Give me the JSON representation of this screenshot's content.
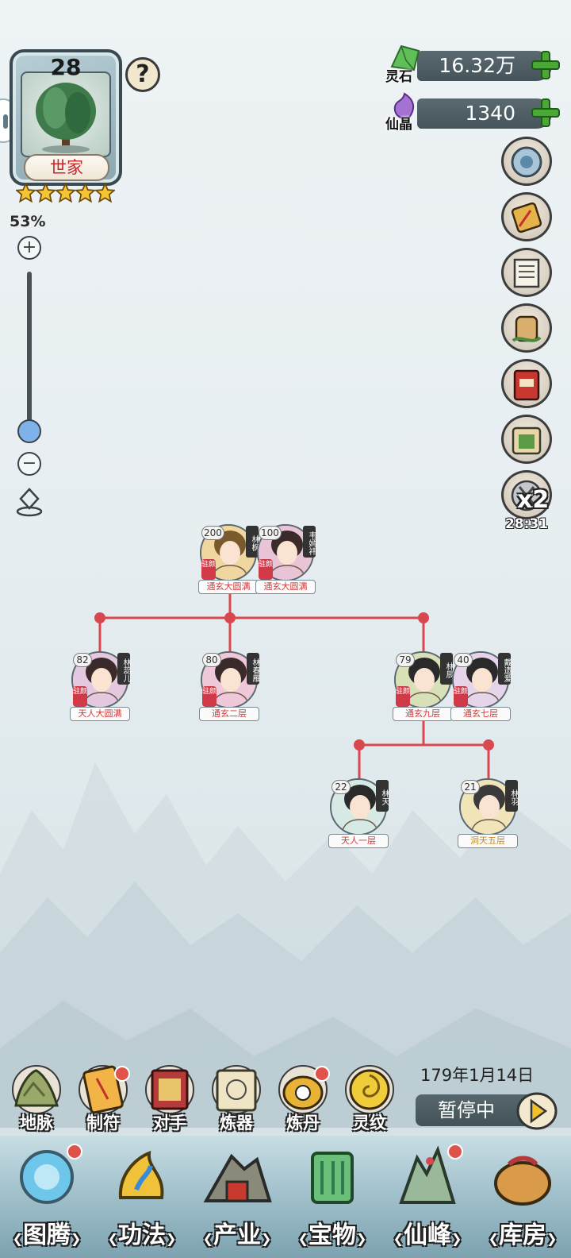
{
  "family": {
    "level": "28",
    "title": "世家",
    "stars": 5
  },
  "zoom": {
    "percent": "53%",
    "level_fraction": 0.0
  },
  "currency": [
    {
      "label": "灵石",
      "value": "16.32万"
    },
    {
      "label": "仙晶",
      "value": "1340"
    }
  ],
  "speed": {
    "multiplier": "x2",
    "timer": "28:31"
  },
  "members": [
    {
      "id": "lin-feng",
      "age": "200",
      "name": "林枫",
      "stamp": "驻颜",
      "realm": "通玄大圆满",
      "realm_color": "red"
    },
    {
      "id": "wei",
      "age": "100",
      "name": "韦嫣祎",
      "stamp": "驻颜",
      "realm": "通玄大圆满",
      "realm_color": "red"
    },
    {
      "id": "lin-rui",
      "age": "82",
      "name": "林蕊儿",
      "stamp": "驻颜",
      "realm": "天人大圆满",
      "realm_color": "red"
    },
    {
      "id": "lin-chun",
      "age": "80",
      "name": "林春雁",
      "stamp": "驻颜",
      "realm": "通玄二层",
      "realm_color": "red"
    },
    {
      "id": "lin-chen",
      "age": "79",
      "name": "林辰",
      "stamp": "驻颜",
      "realm": "通玄九层",
      "realm_color": "red"
    },
    {
      "id": "dai",
      "age": "40",
      "name": "戴遗爱",
      "stamp": "驻颜",
      "realm": "通玄七层",
      "realm_color": "red"
    },
    {
      "id": "lin-tian",
      "age": "22",
      "name": "林天",
      "stamp": "",
      "realm": "天人一层",
      "realm_color": "red"
    },
    {
      "id": "lin-yu",
      "age": "21",
      "name": "林羽",
      "stamp": "",
      "realm": "洞天五层",
      "realm_color": "gold"
    }
  ],
  "game_date": "179年1月14日",
  "pause_label": "暂停中",
  "skills": [
    {
      "label": "地脉",
      "badge": false
    },
    {
      "label": "制符",
      "badge": true
    },
    {
      "label": "对手",
      "badge": false
    },
    {
      "label": "炼器",
      "badge": false
    },
    {
      "label": "炼丹",
      "badge": true
    },
    {
      "label": "灵纹",
      "badge": false
    }
  ],
  "nav": [
    {
      "label": "图腾",
      "badge": true
    },
    {
      "label": "功法",
      "badge": false
    },
    {
      "label": "产业",
      "badge": false
    },
    {
      "label": "宝物",
      "badge": false
    },
    {
      "label": "仙峰",
      "badge": true
    },
    {
      "label": "库房",
      "badge": false
    }
  ],
  "colors": {
    "accent_green": "#4aa834",
    "line_red": "#d9484e",
    "bar_dark": "#4a5a60"
  }
}
